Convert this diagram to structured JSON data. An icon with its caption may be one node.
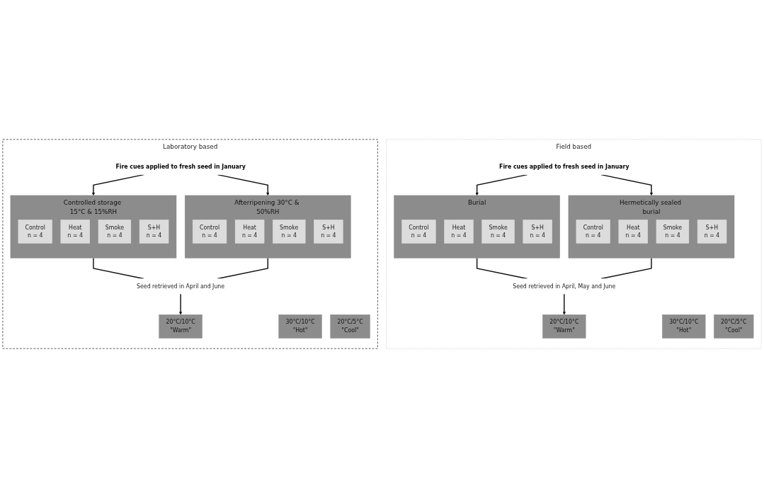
{
  "diagram": {
    "nodes": [
      {
        "text": [
          "Laboratory based"
        ]
      },
      {
        "text": [
          "Fire cues applied to fresh seed in January"
        ],
        "in": 0
      },
      {
        "text": [
          "Controlled storage 15°C & 15%RH"
        ],
        "in": 0
      },
      {
        "text": [
          "Control",
          "n = 4"
        ],
        "in": 2
      },
      {
        "text": [
          "Heat",
          "n = 4"
        ],
        "in": 2
      },
      {
        "text": [
          "Smoke",
          "n = 4"
        ],
        "in": 2
      },
      {
        "text": [
          "S+H",
          "n = 4"
        ],
        "in": 2
      },
      {
        "text": [
          "Afterripening 30°C & 50%RH"
        ],
        "in": 0
      },
      {
        "text": [
          "Control",
          "n = 4"
        ],
        "in": 7
      },
      {
        "text": [
          "Heat",
          "n = 4"
        ],
        "in": 7
      },
      {
        "text": [
          "Smoke",
          "n = 4"
        ],
        "in": 7
      },
      {
        "text": [
          "S+H",
          "n = 4"
        ],
        "in": 7
      },
      {
        "text": [
          "Seed retrieved in April and June"
        ],
        "in": 0
      },
      {
        "text": [
          "30°C/10°C",
          "\"Hot\""
        ],
        "in": 0
      },
      {
        "text": [
          "20°C/10°C",
          "\"Warm\""
        ],
        "in": 0
      },
      {
        "text": [
          "20°C/5°C",
          "\"Cool\""
        ],
        "in": 0
      },
      {
        "text": [
          "Field based"
        ]
      },
      {
        "text": [
          "Fire cues applied to fresh seed in January"
        ],
        "in": 16
      },
      {
        "text": [
          "Burial"
        ],
        "in": 16
      },
      {
        "text": [
          "Control",
          "n = 4"
        ],
        "in": 18
      },
      {
        "text": [
          "Heat",
          "n = 4"
        ],
        "in": 18
      },
      {
        "text": [
          "Smoke",
          "n = 4"
        ],
        "in": 18
      },
      {
        "text": [
          "S+H",
          "n = 4"
        ],
        "in": 18
      },
      {
        "text": [
          "Hermetically sealed burial"
        ],
        "in": 16
      },
      {
        "text": [
          "Control",
          "n = 4"
        ],
        "in": 23
      },
      {
        "text": [
          "Heat",
          "n = 4"
        ],
        "in": 23
      },
      {
        "text": [
          "Smoke",
          "n = 4"
        ],
        "in": 23
      },
      {
        "text": [
          "S+H",
          "n = 4"
        ],
        "in": 23
      },
      {
        "text": [
          "Seed retrieved in April, May and June"
        ],
        "in": 16
      },
      {
        "text": [
          "30°C/10°C",
          "\"Hot\""
        ],
        "in": 16
      },
      {
        "text": [
          "20°C/10°C",
          "\"Warm\""
        ],
        "in": 16
      },
      {
        "text": [
          "20°C/5°C",
          "\"Cool\""
        ],
        "in": 16
      }
    ],
    "edges": [
      {
        "from": 1,
        "to": 2,
        "arrow": "to"
      },
      {
        "from": 1,
        "to": 7,
        "arrow": "to"
      },
      {
        "from": 2,
        "to": 12,
        "arrow": "none"
      },
      {
        "from": 7,
        "to": 12,
        "arrow": "none"
      },
      {
        "from": 12,
        "to": 14,
        "arrow": "to"
      },
      {
        "from": 17,
        "to": 18,
        "arrow": "to"
      },
      {
        "from": 17,
        "to": 23,
        "arrow": "to"
      },
      {
        "from": 18,
        "to": 28,
        "arrow": "none"
      },
      {
        "from": 23,
        "to": 28,
        "arrow": "none"
      },
      {
        "from": 28,
        "to": 30,
        "arrow": "to"
      }
    ]
  }
}
